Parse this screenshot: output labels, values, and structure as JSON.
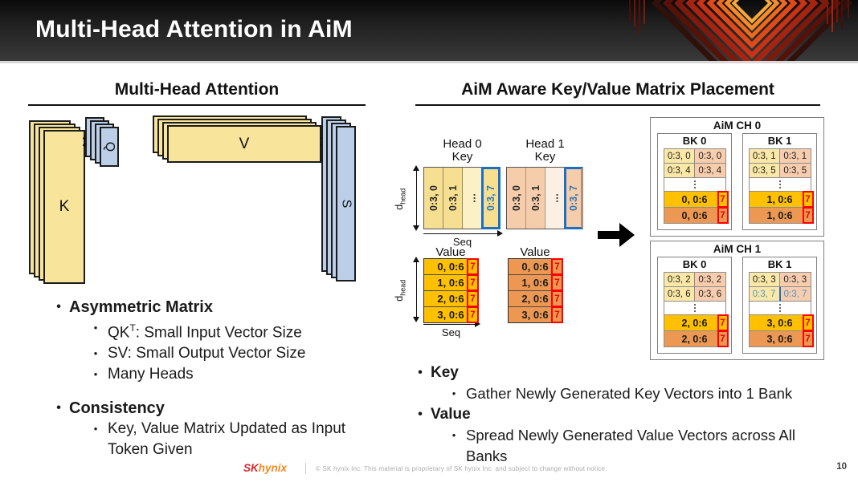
{
  "glyphs": {
    "bullet": "•",
    "multiply": "×"
  },
  "header": {
    "title": "Multi-Head Attention in AiM"
  },
  "left_panel": {
    "heading": "Multi-Head Attention",
    "k_label": "K",
    "q_label": "Q",
    "v_label": "V",
    "s_label": "S",
    "bullets": {
      "b1": "Asymmetric Matrix",
      "b1_s1_pre": "QK",
      "b1_s1_sup": "T",
      "b1_s1_post": ": Small Input Vector Size",
      "b1_s2": "SV: Small Output Vector Size",
      "b1_s3": "Many Heads",
      "b2": "Consistency",
      "b2_s1": "Key, Value Matrix Updated as Input Token Given"
    }
  },
  "right_panel": {
    "heading": "AiM Aware Key/Value Matrix Placement",
    "axis": {
      "d_pre": "d",
      "d_sub": "head",
      "seq": "Seq"
    },
    "head0": {
      "title1": "Head 0",
      "title2": "Key",
      "key_cols": [
        "0:3, 0",
        "0:3, 1",
        "…",
        "0:3, 7"
      ],
      "value_title": "Value",
      "value_rows": [
        "0, 0:6",
        "1, 0:6",
        "2, 0:6",
        "3, 0:6"
      ],
      "bank": "7"
    },
    "head1": {
      "title1": "Head 1",
      "title2": "Key",
      "key_cols": [
        "0:3, 0",
        "0:3, 1",
        "…",
        "0:3, 7"
      ],
      "value_title": "Value",
      "value_rows": [
        "0, 0:6",
        "1, 0:6",
        "2, 0:6",
        "3, 0:6"
      ],
      "bank": "7"
    },
    "channels": [
      {
        "title": "AiM CH 0",
        "banks": [
          {
            "title": "BK 0",
            "r1": [
              "0:3, 0",
              "0:3, 0"
            ],
            "r2": [
              "0:3, 4",
              "0:3, 4"
            ],
            "gold": "0, 0:6",
            "orange": "0, 0:6",
            "bank": "7"
          },
          {
            "title": "BK 1",
            "r1": [
              "0:3, 1",
              "0:3, 1"
            ],
            "r2": [
              "0:3, 5",
              "0:3, 5"
            ],
            "gold": "1, 0:6",
            "orange": "1, 0:6",
            "bank": "7"
          }
        ]
      },
      {
        "title": "AiM CH 1",
        "banks": [
          {
            "title": "BK 0",
            "r1": [
              "0:3, 2",
              "0:3, 2"
            ],
            "r2": [
              "0:3, 6",
              "0:3, 6"
            ],
            "gold": "2, 0:6",
            "orange": "2, 0:6",
            "bank": "7"
          },
          {
            "title": "BK 1",
            "r1": [
              "0:3, 3",
              "0:3, 3"
            ],
            "r2": [
              "0:3, 7",
              "0:3, 7"
            ],
            "gold": "3, 0:6",
            "orange": "3, 0:6",
            "bank": "7"
          }
        ]
      }
    ],
    "bullets": {
      "b1": "Key",
      "b1_s1": "Gather Newly Generated Key Vectors into 1 Bank",
      "b2": "Value",
      "b2_s1": "Spread Newly Generated Value Vectors across All Banks"
    }
  },
  "footer": {
    "logo_sk": "SK",
    "logo_hynix": "hynix",
    "copyright": "© SK hynix Inc. This material is proprietary of SK hynix Inc. and subject to change without notice.",
    "page": "10"
  },
  "colors": {
    "header_bg": "#1e1e1e",
    "accent_red": "#D7262C",
    "accent_orange": "#F6871F",
    "matrix_yellow": "#F8E49A",
    "matrix_blue": "#BBCFE8",
    "key_yellow": "#F6DF90",
    "key_peach": "#F6CDAB",
    "value_gold": "#FFC000",
    "value_orange": "#EC9853",
    "highlight_blue": "#1F6FC0",
    "highlight_red": "#FF0000"
  }
}
